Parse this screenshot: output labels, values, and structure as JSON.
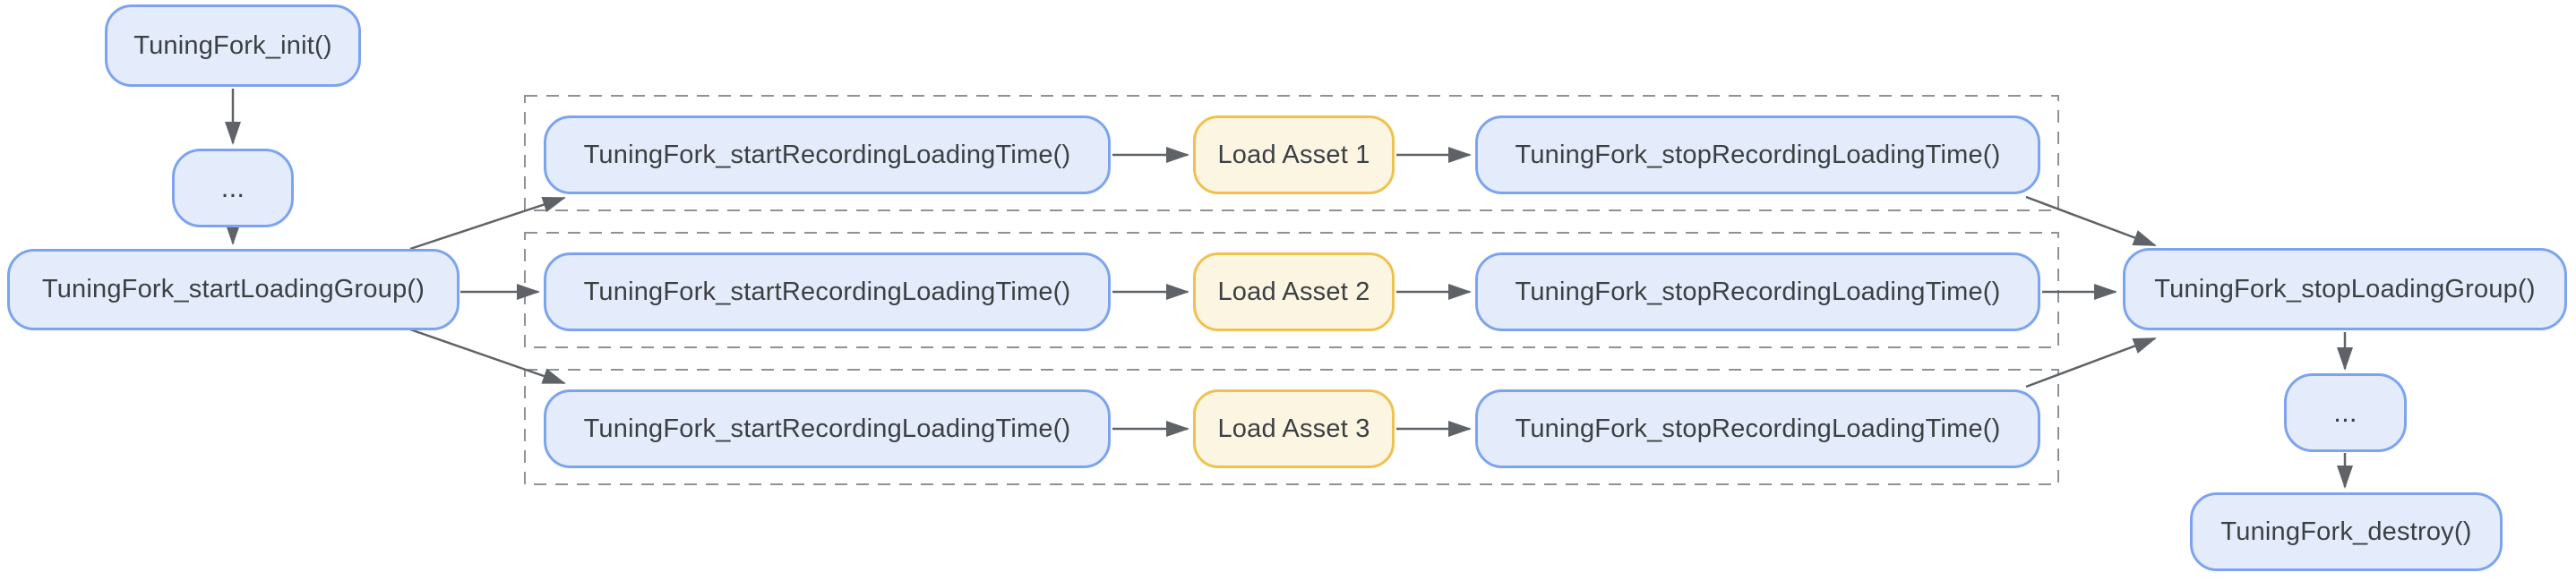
{
  "colors": {
    "node_fill": "#E4ECFB",
    "node_border": "#7CA4EE",
    "asset_fill": "#FCF5E2",
    "asset_border": "#EFC24F",
    "text": "#3C4043",
    "arrow": "#5F6368",
    "group_border": "#8E9297",
    "background": "#FFFFFF"
  },
  "nodes": {
    "init": "TuningFork_init()",
    "ellipsis_top": "...",
    "start_loading_group": "TuningFork_startLoadingGroup()",
    "stop_loading_group": "TuningFork_stopLoadingGroup()",
    "ellipsis_bottom": "...",
    "destroy": "TuningFork_destroy()"
  },
  "rows": [
    {
      "start": "TuningFork_startRecordingLoadingTime()",
      "asset": "Load Asset 1",
      "stop": "TuningFork_stopRecordingLoadingTime()"
    },
    {
      "start": "TuningFork_startRecordingLoadingTime()",
      "asset": "Load Asset 2",
      "stop": "TuningFork_stopRecordingLoadingTime()"
    },
    {
      "start": "TuningFork_startRecordingLoadingTime()",
      "asset": "Load Asset 3",
      "stop": "TuningFork_stopRecordingLoadingTime()"
    }
  ]
}
